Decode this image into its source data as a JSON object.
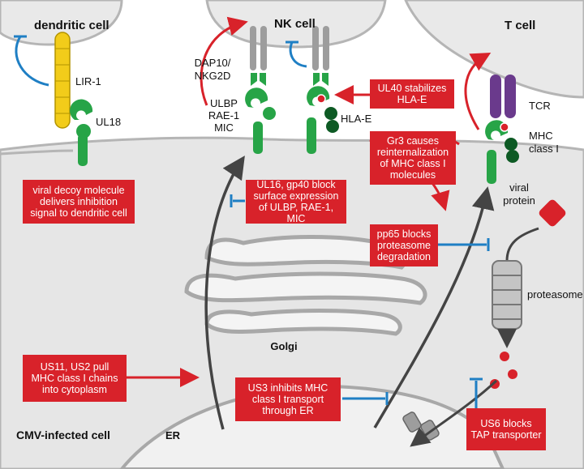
{
  "cells": {
    "dendritic": "dendritic cell",
    "nk": "NK cell",
    "t": "T cell",
    "cmv": "CMV-infected cell"
  },
  "organelles": {
    "golgi": "Golgi",
    "er": "ER",
    "proteasome": "proteasome"
  },
  "molecule_labels": {
    "lir1": "LIR-1",
    "ul18": "UL18",
    "dap10_l1": "DAP10/",
    "dap10_l2": "NKG2D",
    "ulbp_l1": "ULBP",
    "ulbp_l2": "RAE-1",
    "ulbp_l3": "MIC",
    "hlae": "HLA-E",
    "tcr": "TCR",
    "mhc_l1": "MHC",
    "mhc_l2": "class I",
    "viral_l1": "viral",
    "viral_l2": "protein"
  },
  "boxes": {
    "decoy": [
      "viral decoy molecule",
      "delivers inhibition",
      "signal to dendritic cell"
    ],
    "ul16": [
      "UL16, gp40 block",
      "surface expression",
      "of ULBP, RAE-1, MIC"
    ],
    "ul40": [
      "UL40 stabilizes",
      "HLA-E"
    ],
    "gr3": [
      "Gr3 causes",
      "reinternalization",
      "of MHC class I",
      "molecules"
    ],
    "pp65": [
      "pp65 blocks",
      "proteasome",
      "degradation"
    ],
    "us11": [
      "US11, US2 pull",
      "MHC class I chains",
      "into cytoplasm"
    ],
    "us3": [
      "US3 inhibits MHC",
      "class I transport",
      "through ER"
    ],
    "us6": [
      "US6 blocks",
      "TAP transporter"
    ]
  },
  "colors": {
    "red": "#d8222a",
    "blue": "#1f7fc4",
    "green": "#27a447",
    "yellow": "#f2cc1a",
    "purple": "#6a3a8c",
    "cell_gray": "#e6e6e6",
    "outline_gray": "#9a9a9a"
  }
}
